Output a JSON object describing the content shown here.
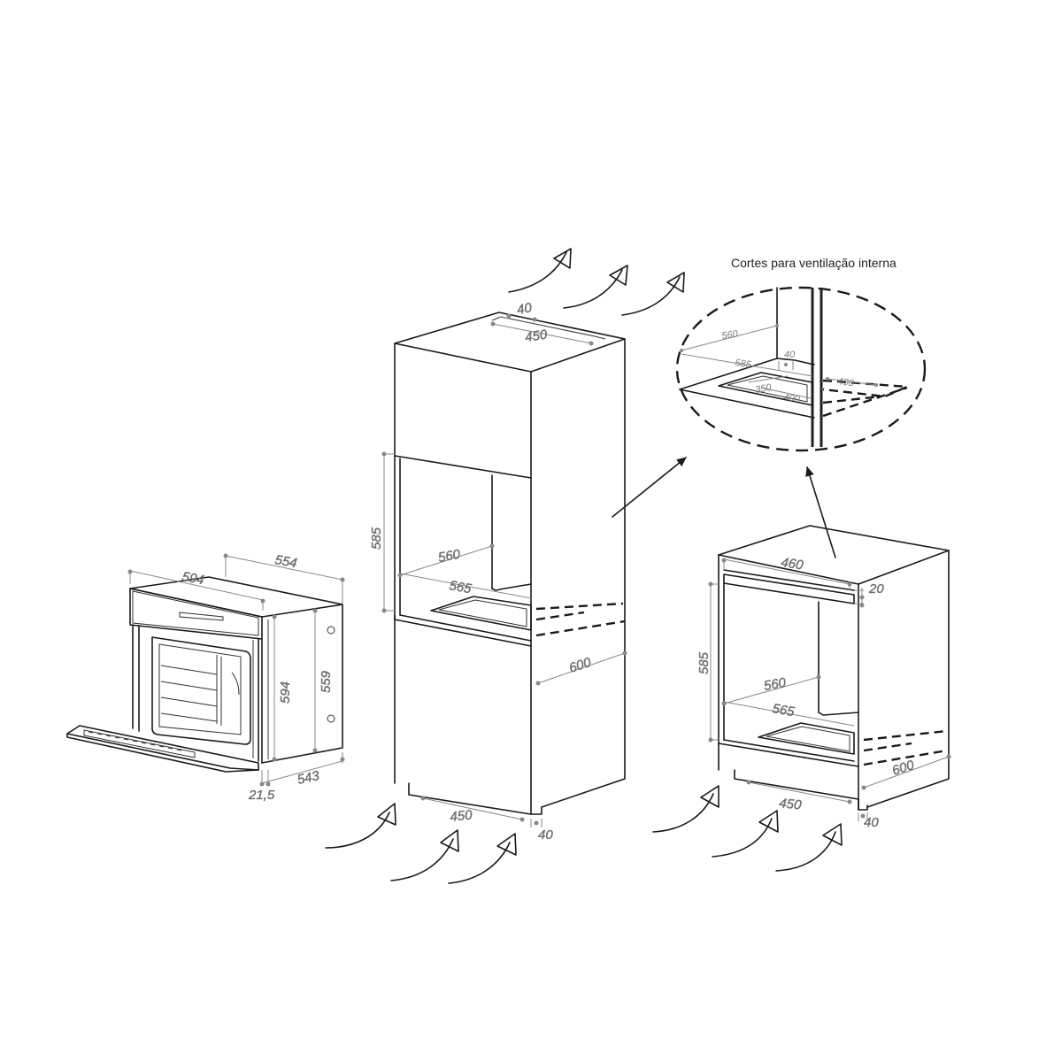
{
  "caption": "Cortes para ventilação interna",
  "oven": {
    "width": "594",
    "depth": "554",
    "height": "594",
    "inner_height": "559",
    "body_depth": "543",
    "door_thickness": "21,5"
  },
  "tall_cabinet": {
    "top_gap": "40",
    "top_width": "450",
    "opening_height": "585",
    "opening_width": "560",
    "opening_depth": "565",
    "cabinet_depth": "600",
    "base_width": "450",
    "base_gap": "40"
  },
  "under_counter": {
    "top_width": "460",
    "top_gap": "20",
    "opening_height": "585",
    "opening_width": "560",
    "opening_depth": "565",
    "cabinet_depth": "600",
    "base_width": "450",
    "base_gap": "40"
  },
  "detail": {
    "width": "560",
    "depth": "585",
    "gap": "40",
    "cut_width": "350",
    "cut_depth": "400",
    "rear_depth": "400"
  },
  "icons": [
    "airflow-arrow-icon",
    "pointer-arrow-icon"
  ]
}
